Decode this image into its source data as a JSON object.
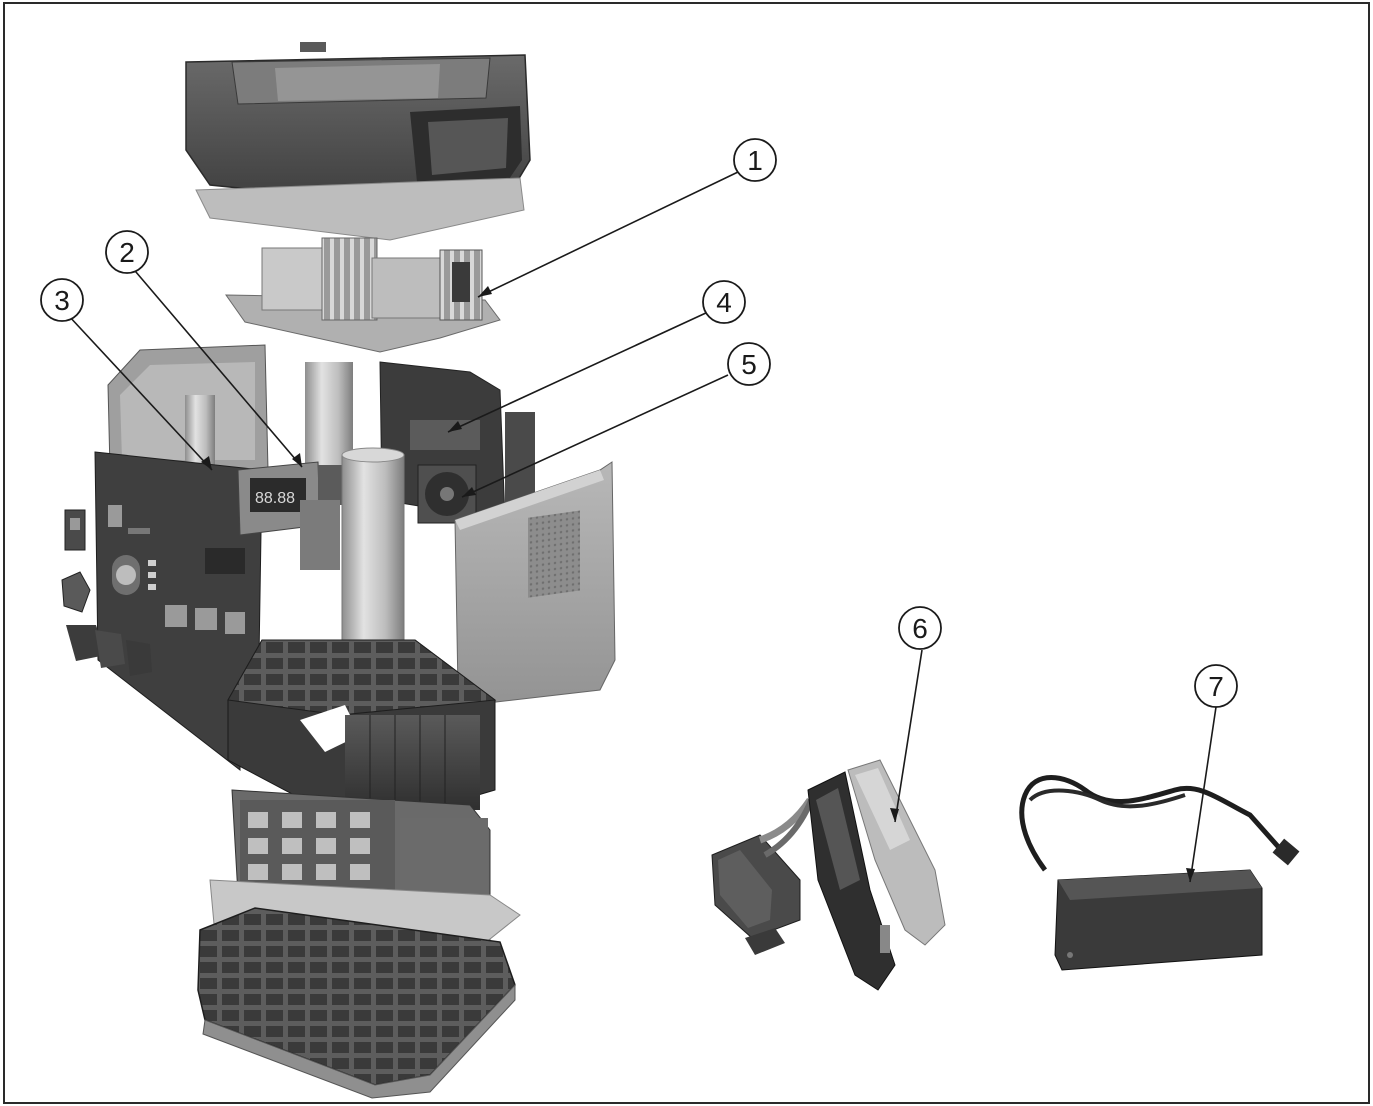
{
  "callouts": [
    {
      "id": "1",
      "label": "1"
    },
    {
      "id": "2",
      "label": "2"
    },
    {
      "id": "3",
      "label": "3"
    },
    {
      "id": "4",
      "label": "4"
    },
    {
      "id": "5",
      "label": "5"
    },
    {
      "id": "6",
      "label": "6"
    },
    {
      "id": "7",
      "label": "7"
    }
  ],
  "display_readout": "88.88",
  "colors": {
    "line": "#1a1a1a",
    "plastic_dark": "#4a4a4a",
    "plastic_mid": "#6b6b6b",
    "plastic_light": "#a8a8a8",
    "metal": "#c9c9c9",
    "background": "#ffffff"
  }
}
